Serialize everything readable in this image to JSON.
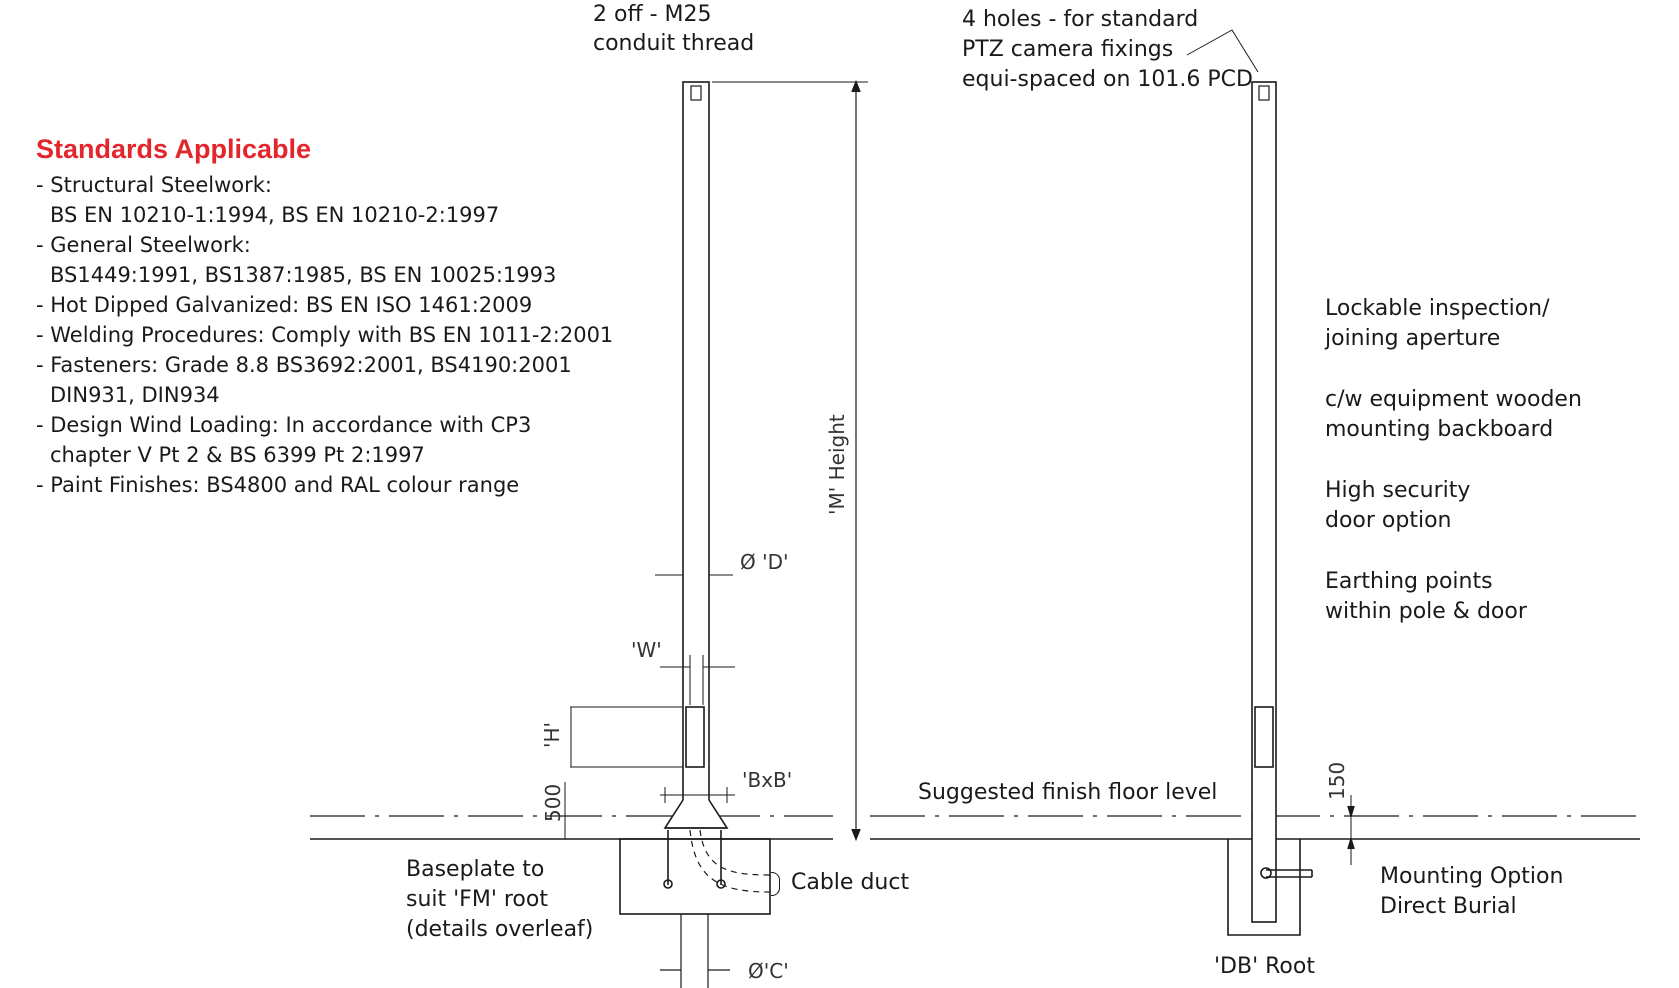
{
  "standards": {
    "title": "Standards Applicable",
    "lines": [
      "- Structural Steelwork:",
      "BS EN 10210-1:1994, BS EN 10210-2:1997",
      "- General Steelwork:",
      "BS1449:1991, BS1387:1985, BS EN 10025:1993",
      "- Hot Dipped Galvanized: BS EN ISO 1461:2009",
      "- Welding Procedures: Comply with BS EN 1011-2:2001",
      "- Fasteners: Grade 8.8 BS3692:2001, BS4190:2001",
      "DIN931, DIN934",
      "- Design Wind Loading: In accordance with CP3",
      "chapter V Pt 2 & BS 6399 Pt 2:1997",
      "- Paint Finishes: BS4800 and RAL colour range"
    ],
    "indented": [
      false,
      true,
      false,
      true,
      false,
      false,
      false,
      true,
      false,
      true,
      false
    ]
  },
  "left_pole": {
    "conduit_label_1": "2 off - M25",
    "conduit_label_2": "conduit thread",
    "height_dim": "'M' Height",
    "diameter_dim": "Ø 'D'",
    "width_dim": "'W'",
    "h_dim": "'H'",
    "base_dim": "500",
    "bxb_dim": "'BxB'",
    "c_dim": "Ø'C'",
    "baseplate_1": "Baseplate to",
    "baseplate_2": "suit 'FM' root",
    "baseplate_3": "(details overleaf)",
    "cable_duct": "Cable duct"
  },
  "right_pole": {
    "holes_1": "4 holes - for standard",
    "holes_2": "PTZ camera fixings",
    "holes_3": "equi-spaced on 101.6 PCD",
    "floor_level": "Suggested finish floor level",
    "dim_150": "150",
    "mounting_1": "Mounting Option",
    "mounting_2": "Direct Burial",
    "db_root": "'DB' Root"
  },
  "features": [
    "Lockable inspection/",
    "joining aperture",
    "c/w equipment wooden",
    "mounting backboard",
    "High security",
    "door option",
    "Earthing points",
    "within pole & door"
  ],
  "colors": {
    "title": "#e3262b",
    "line": "#1a1a1a"
  }
}
